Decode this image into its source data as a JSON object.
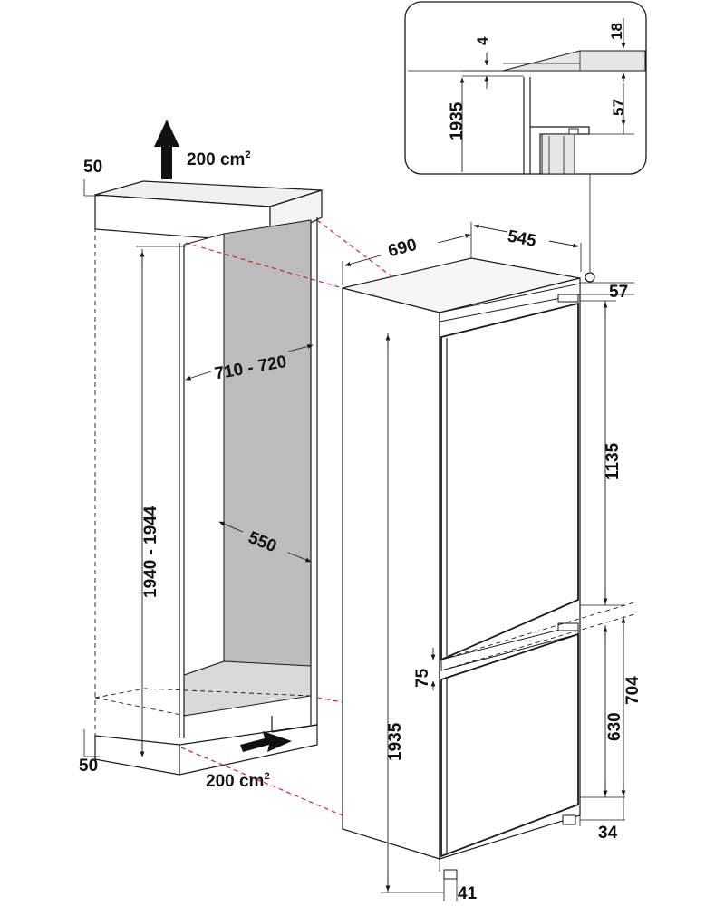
{
  "colors": {
    "line": "#1a1a1a",
    "cavity_back": "#bcbcbc",
    "cavity_floor": "#d9d9d9",
    "cabinet_top": "#f0f0f0",
    "guide_lines": "#c8102e"
  },
  "ventilation": {
    "top_area": "200",
    "bottom_area": "200",
    "unit": "cm",
    "unit_power": "2"
  },
  "niche": {
    "height": "1940 - 1944",
    "width": "710 - 720",
    "depth": "550",
    "top_offset": "50",
    "bottom_offset": "50"
  },
  "appliance": {
    "height": "1935",
    "width": "545",
    "depth": "690",
    "top_gap": "57",
    "upper_door": "1135",
    "door_gap": "75",
    "lower_door": "630",
    "lower_section": "704",
    "bottom_right": "34",
    "bottom_foot": "41"
  },
  "detail": {
    "dim_4": "4",
    "dim_18": "18",
    "dim_57": "57",
    "dim_1935": "1935"
  },
  "icons": [
    "airflow-up-arrow-icon",
    "airflow-in-arrow-icon"
  ]
}
